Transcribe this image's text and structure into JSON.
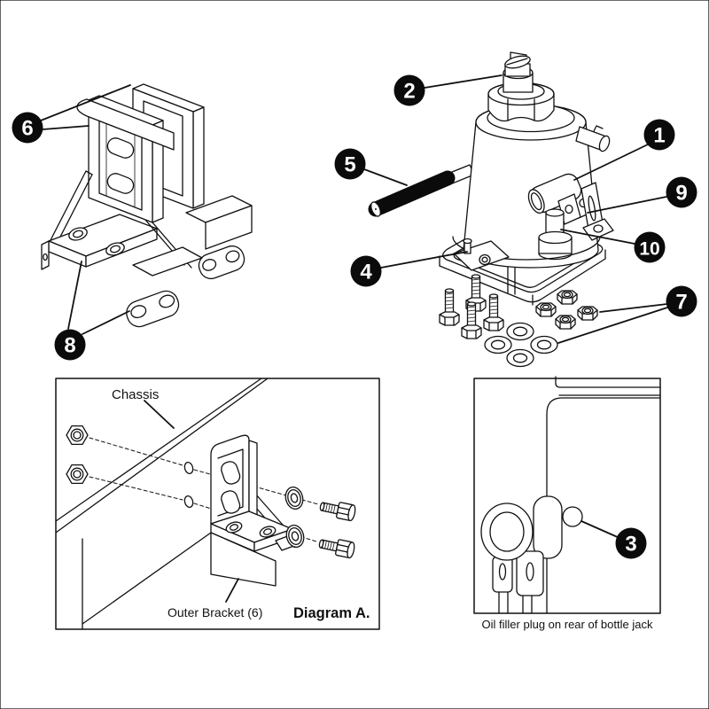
{
  "callouts": {
    "c1": "1",
    "c2": "2",
    "c3": "3",
    "c4": "4",
    "c5": "5",
    "c6": "6",
    "c7": "7",
    "c8": "8",
    "c9": "9",
    "c10": "10"
  },
  "diagram_a": {
    "chassis_label": "Chassis",
    "bracket_label": "Outer Bracket (6)",
    "title": "Diagram A."
  },
  "oil_panel": {
    "caption": "Oil filler plug on rear of bottle jack"
  },
  "colors": {
    "ink": "#111111",
    "paper": "#ffffff",
    "callout_fill": "#0b0b0b"
  }
}
